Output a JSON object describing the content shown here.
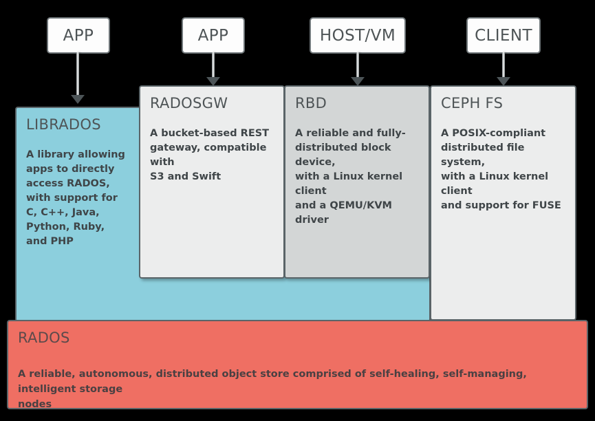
{
  "diagram": {
    "title": "Ceph architecture stack",
    "colors": {
      "librados_fill": "#8ccfdd",
      "radosgw_fill": "#eceded",
      "rbd_fill": "#d3d6d6",
      "cephfs_fill": "#eceded",
      "rados_fill": "#ef6f63",
      "border": "#5a6468",
      "heading_text": "#4e5456",
      "body_text": "#3f4548",
      "background": "#000000"
    },
    "clients": [
      {
        "id": "app-1",
        "label": "APP"
      },
      {
        "id": "app-2",
        "label": "APP"
      },
      {
        "id": "host-vm",
        "label": "HOST/VM"
      },
      {
        "id": "client",
        "label": "CLIENT"
      }
    ],
    "services": [
      {
        "id": "librados",
        "title": "LIBRADOS",
        "description": "A library allowing\napps to directly\naccess RADOS,\nwith support for\nC, C++, Java,\nPython, Ruby,\nand PHP"
      },
      {
        "id": "radosgw",
        "title": "RADOSGW",
        "description": "A bucket-based REST\ngateway, compatible with\nS3 and Swift"
      },
      {
        "id": "rbd",
        "title": "RBD",
        "description": "A reliable and fully-\ndistributed block device,\nwith a Linux kernel client\nand a QEMU/KVM driver"
      },
      {
        "id": "cephfs",
        "title": "CEPH FS",
        "description": "A POSIX-compliant\ndistributed file system,\nwith a Linux kernel client\nand support for FUSE"
      }
    ],
    "foundation": {
      "id": "rados",
      "title": "RADOS",
      "description": "A reliable, autonomous, distributed object store comprised of self-healing, self-managing, intelligent storage\nnodes"
    }
  }
}
